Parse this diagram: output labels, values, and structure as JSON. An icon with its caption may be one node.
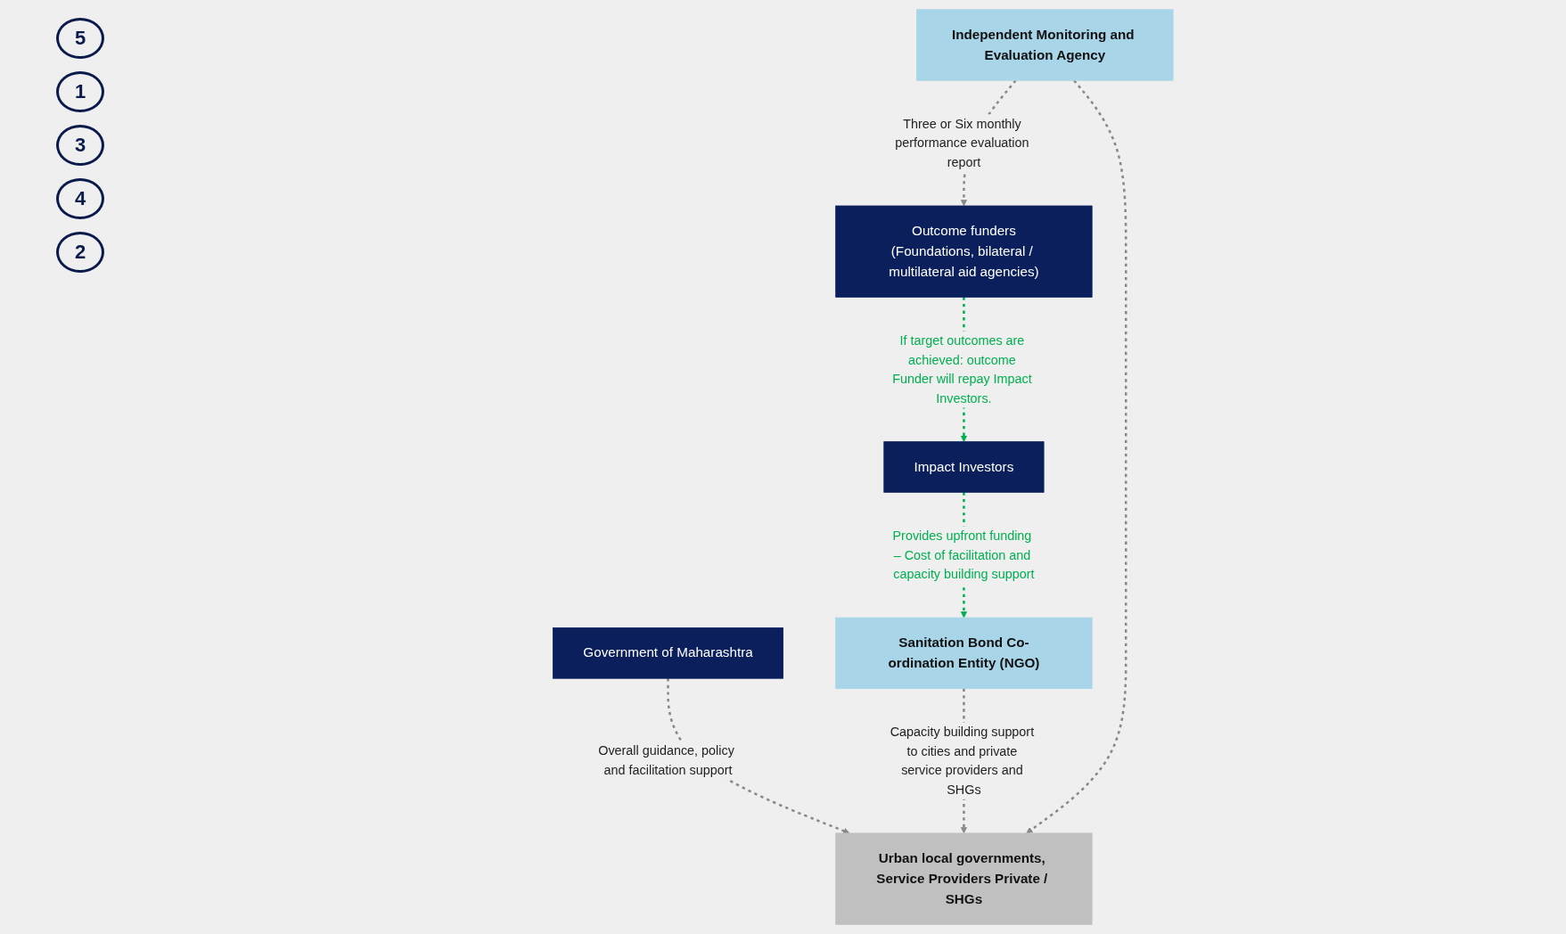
{
  "diagram": {
    "nodes": [
      {
        "text": [
          "Impact Investors"
        ]
      },
      {
        "text": [
          "Sanitation Bond Co-ordination Entity (NGO)"
        ]
      },
      {
        "text": [
          "Urban local governments, Service Providers Private / SHGs"
        ]
      },
      {
        "text": [
          "Outcome funders",
          "(Foundations, bilateral / multilateral aid agencies)"
        ]
      },
      {
        "text": [
          "Independent Monitoring and Evaluation Agency"
        ]
      },
      {
        "text": [
          "Government of Maharashtra"
        ]
      }
    ],
    "edges": [
      {
        "from": 0,
        "to": 1,
        "arrow": "to",
        "style": "dashed",
        "color": "#00b050",
        "label": "Provides upfront funding – Cost of facilitation and capacity building support"
      },
      {
        "from": 5,
        "to": 2,
        "arrow": "to",
        "style": "dashed",
        "label": "Overall guidance, policy and facilitation support"
      },
      {
        "from": 1,
        "to": 2,
        "arrow": "to",
        "style": "dashed",
        "label": "Capacity building support to cities and private service providers and SHGs"
      },
      {
        "from": 4,
        "to": 3,
        "arrow": "to",
        "style": "dashed",
        "label": "Three or Six monthly performance evaluation report"
      },
      {
        "from": 3,
        "to": 0,
        "arrow": "to",
        "style": "dashed",
        "color": "#00b050",
        "label": "If target outcomes are achieved: outcome Funder will repay Impact Investors."
      },
      {
        "from": 4,
        "to": 2,
        "arrow": "to",
        "style": "dashed"
      }
    ],
    "labels": [
      "5",
      "1",
      "3",
      "4",
      "2"
    ]
  }
}
